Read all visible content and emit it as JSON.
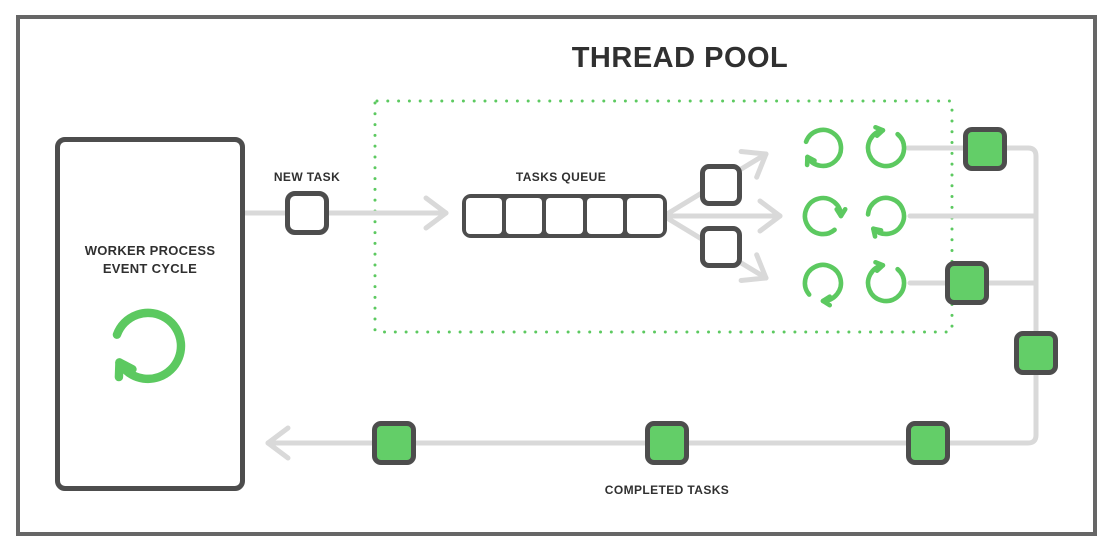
{
  "title": "THREAD POOL",
  "worker_process": {
    "label_line1": "WORKER PROCESS",
    "label_line2": "EVENT CYCLE",
    "icon": "cycle-arrow-icon"
  },
  "flow": {
    "new_task_label": "NEW TASK",
    "tasks_queue_label": "TASKS QUEUE",
    "completed_tasks_label": "COMPLETED TASKS",
    "queue_slot_count": 5,
    "pending_task_square_count": 2,
    "completed_task_square_count": 6
  },
  "thread_pool": {
    "thread_rows": 3,
    "spinners_per_row": 2,
    "boundary_style": "dotted"
  },
  "colors": {
    "green": "#5CC960",
    "green-fill": "#63CE68",
    "dark": "#4D4D4D",
    "line": "#D9D9D9",
    "text": "#303030",
    "frame": "#666666",
    "bg": "#FFFFFF"
  }
}
